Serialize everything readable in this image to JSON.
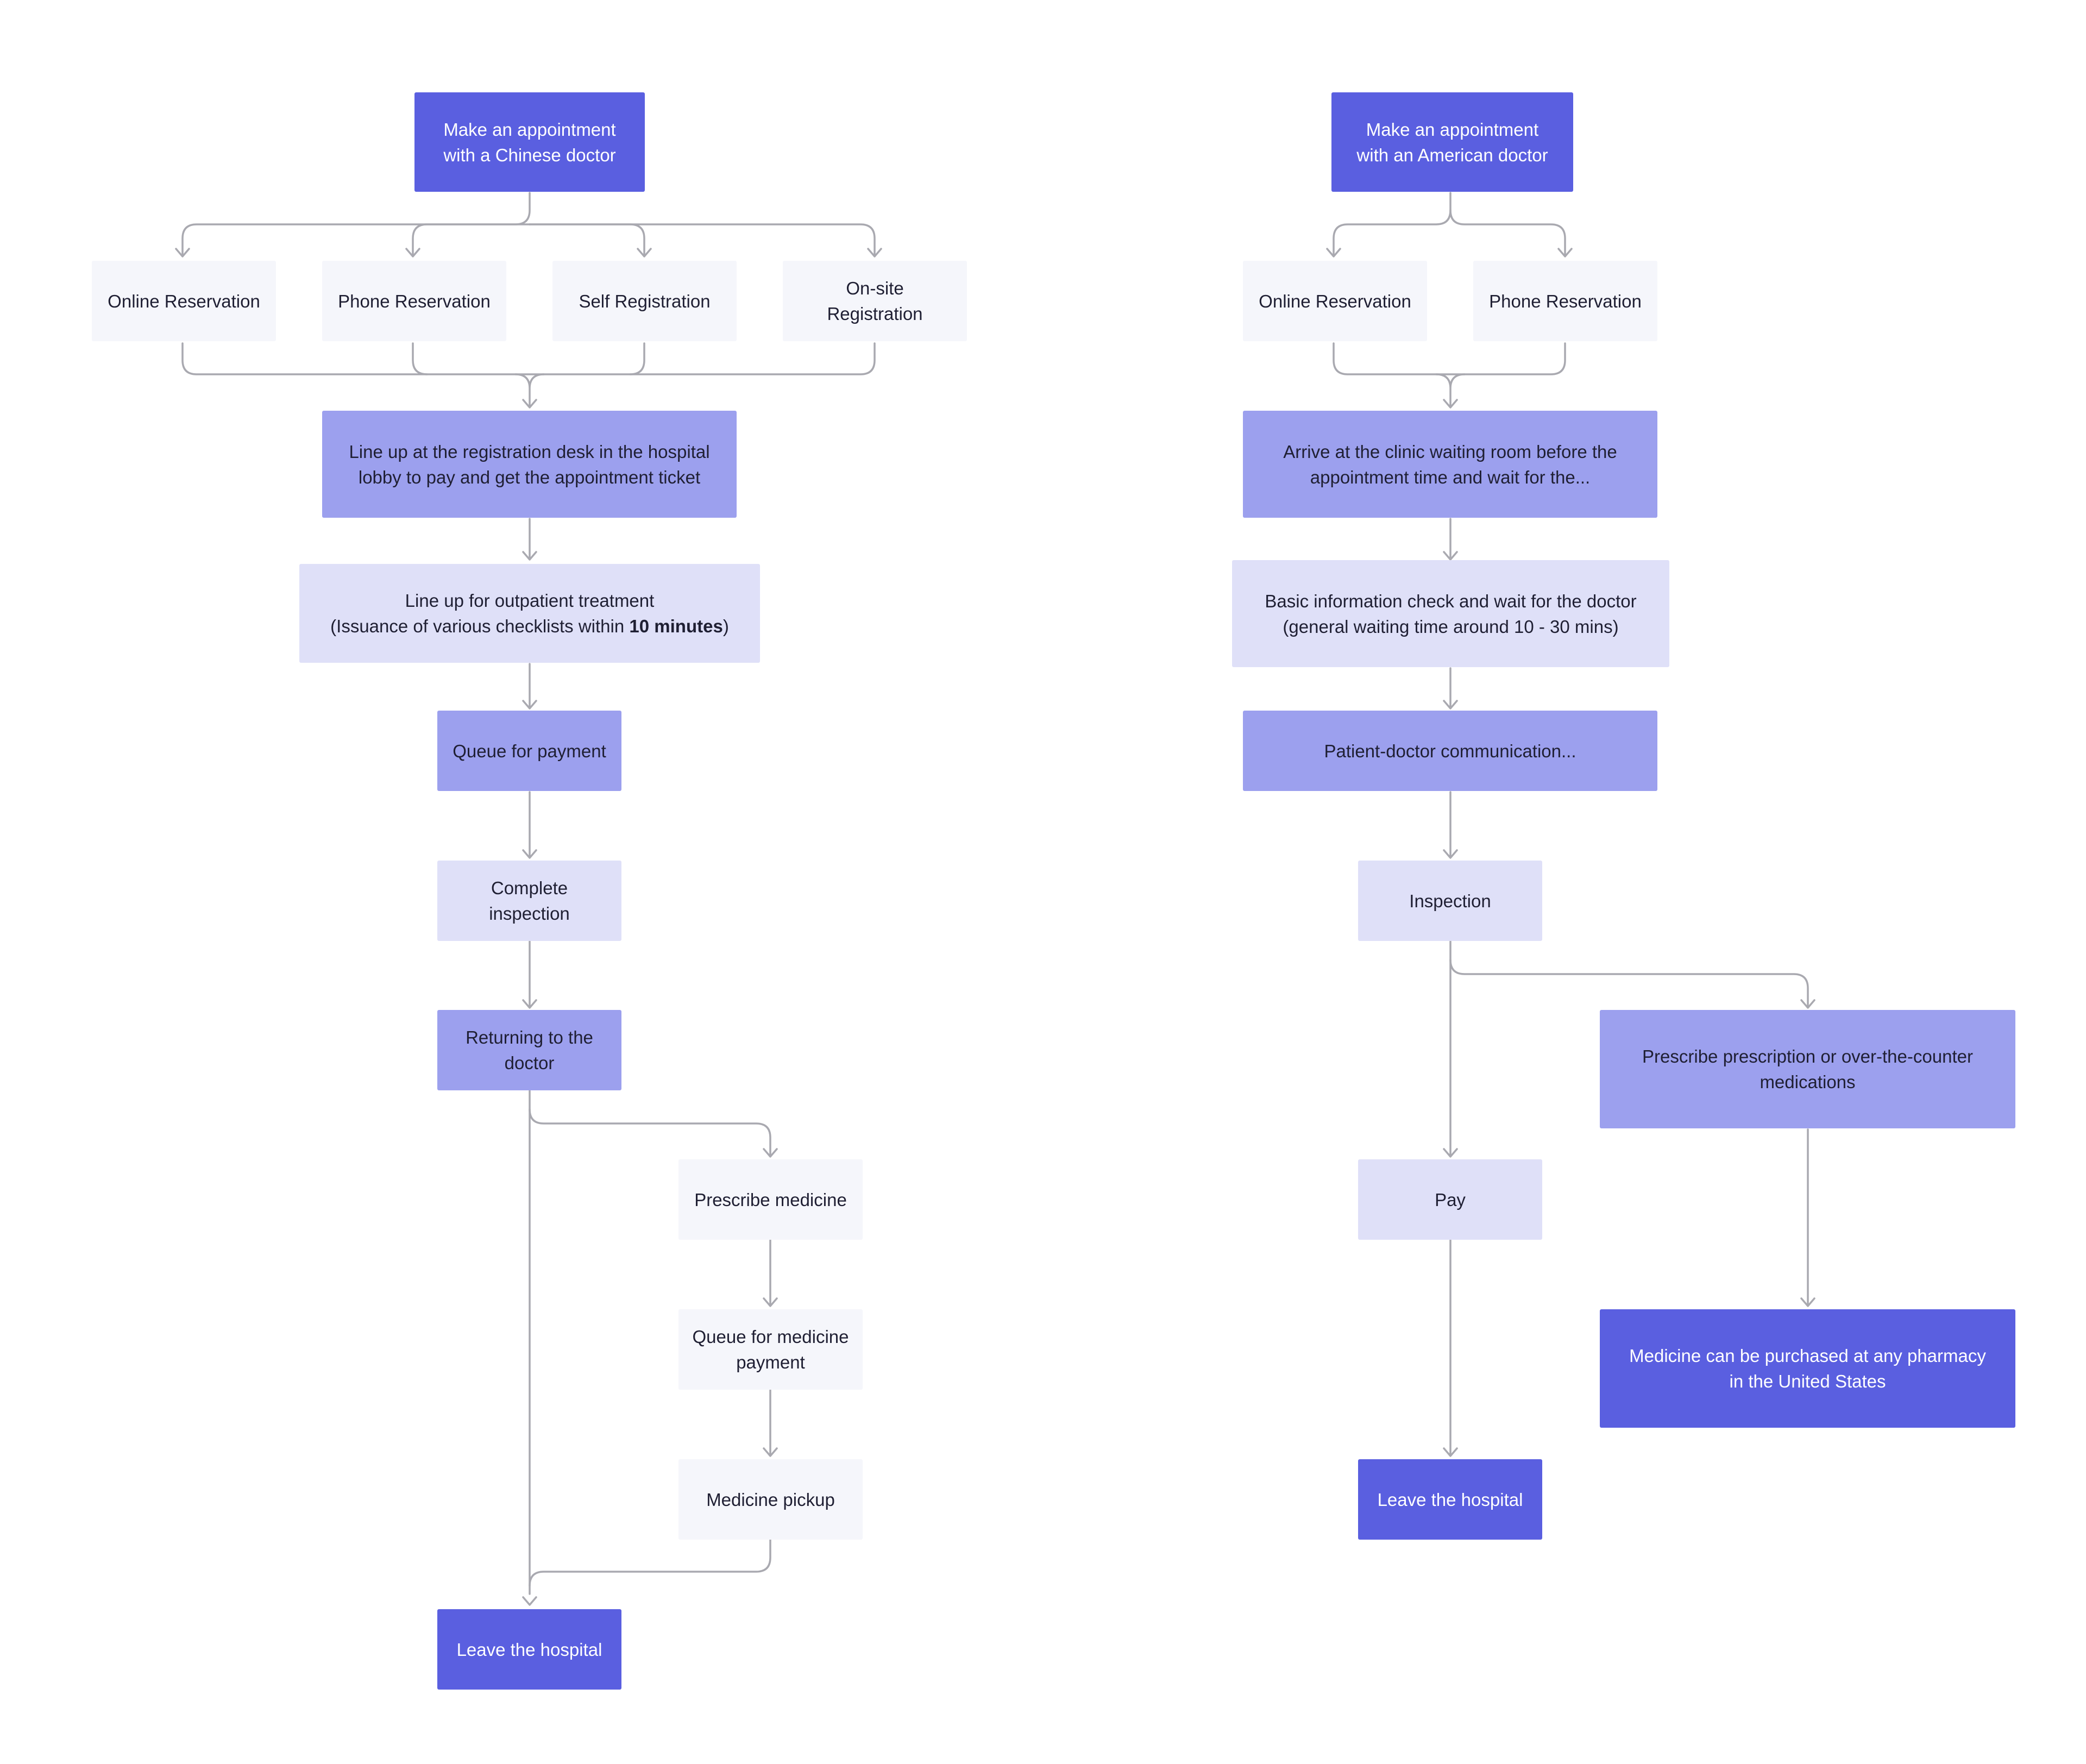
{
  "colors": {
    "dark": "#5a5fe0",
    "mid": "#9ca0ee",
    "light": "#dfe0f8",
    "pale": "#f5f6fb",
    "connector": "#a9a9b0"
  },
  "china": {
    "start": {
      "line1": "Make an appointment",
      "line2": "with a Chinese doctor"
    },
    "online": "Online Reservation",
    "phone": "Phone Reservation",
    "self": "Self Registration",
    "onsite": "On-site Registration",
    "lineup_desk": {
      "line1": "Line up at the registration desk in the hospital",
      "line2": "lobby to pay and get the appointment ticket"
    },
    "outpatient": {
      "line1": "Line up for outpatient treatment",
      "line2_pre": "(Issuance of various checklists within ",
      "line2_bold": "10 minutes",
      "line2_post": ")"
    },
    "queue_payment": "Queue for payment",
    "complete_inspection": {
      "line1": "Complete",
      "line2": "inspection"
    },
    "returning": {
      "line1": "Returning to the",
      "line2": "doctor"
    },
    "prescribe": "Prescribe medicine",
    "queue_medicine": {
      "line1": "Queue for medicine",
      "line2": "payment"
    },
    "pickup": "Medicine pickup",
    "leave": "Leave the hospital"
  },
  "us": {
    "start": {
      "line1": "Make an appointment",
      "line2": "with an American doctor"
    },
    "online": "Online Reservation",
    "phone": "Phone Reservation",
    "arrive": {
      "line1": "Arrive at the clinic waiting room before the",
      "line2": "appointment time and wait for the..."
    },
    "basic_info": {
      "line1": "Basic information check and wait for the doctor",
      "line2": "(general waiting time around 10 - 30 mins)"
    },
    "communication": "Patient-doctor communication...",
    "inspection": "Inspection",
    "prescribe": {
      "line1": "Prescribe prescription or over-the-counter",
      "line2": "medications"
    },
    "pay": "Pay",
    "pharmacy": {
      "line1": "Medicine can be purchased at any pharmacy",
      "line2": "in the United States"
    },
    "leave": "Leave the hospital"
  }
}
